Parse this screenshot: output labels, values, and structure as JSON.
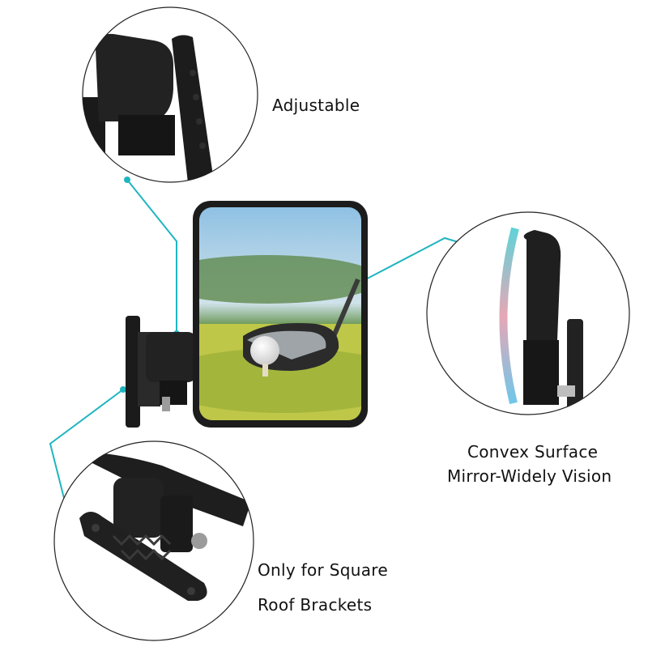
{
  "labels": {
    "adjustable": "Adjustable",
    "convex_line1": "Convex Surface",
    "convex_line2": "Mirror-Widely Vision",
    "square_line1": "Only for Square",
    "square_line2": "Roof Brackets"
  },
  "colors": {
    "callout_line": "#1fb5c0",
    "mirror_frame": "#1c1c1c",
    "circle_border": "#222222",
    "sky": "#a9cfe6",
    "grass": "#b6c24a"
  },
  "icons": {
    "bracket_detail": "mirror-bracket-closeup",
    "mirror_side": "convex-mirror-side-view",
    "mount_detail": "square-roof-bracket-closeup"
  }
}
